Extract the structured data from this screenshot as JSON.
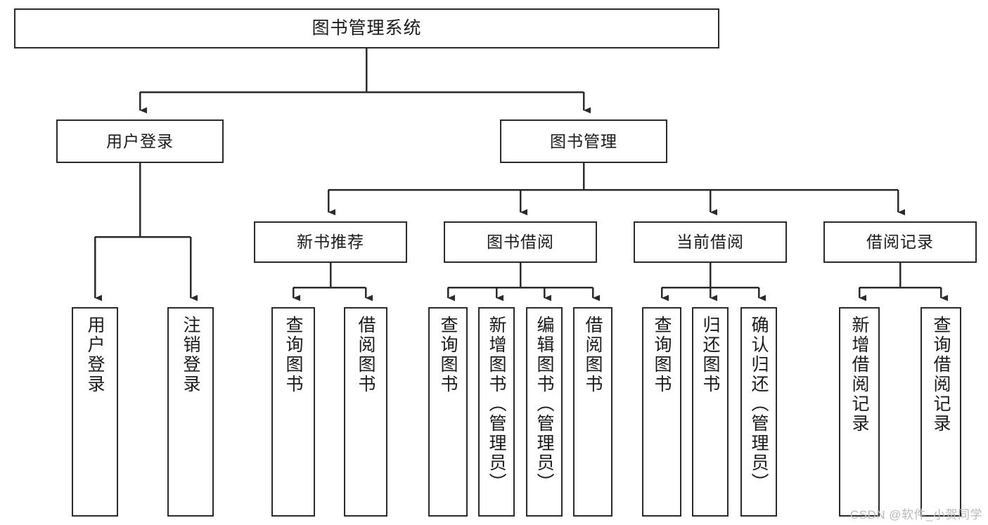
{
  "diagram": {
    "title": "图书管理系统",
    "type": "tree-hierarchy",
    "watermark": "CSDN @软件_小贺同学",
    "colors": {
      "stroke": "#2b2b2b",
      "fill": "#ffffff",
      "text": "#1a1a1a",
      "watermark": "#b9b9b9"
    },
    "nodes": {
      "root": {
        "label": "图书管理系统",
        "orientation": "horizontal"
      },
      "level2": [
        {
          "id": "user-login",
          "label": "用户登录",
          "orientation": "horizontal"
        },
        {
          "id": "book-management",
          "label": "图书管理",
          "orientation": "horizontal"
        }
      ],
      "level3": [
        {
          "id": "new-book-recommend",
          "label": "新书推荐",
          "orientation": "horizontal"
        },
        {
          "id": "book-borrow",
          "label": "图书借阅",
          "orientation": "horizontal"
        },
        {
          "id": "current-borrow",
          "label": "当前借阅",
          "orientation": "horizontal"
        },
        {
          "id": "borrow-record",
          "label": "借阅记录",
          "orientation": "horizontal"
        }
      ],
      "leaves": [
        {
          "id": "leaf-user-login",
          "label": "用户登录",
          "parent": "user-login",
          "orientation": "vertical"
        },
        {
          "id": "leaf-logout",
          "label": "注销登录",
          "parent": "user-login",
          "orientation": "vertical"
        },
        {
          "id": "leaf-query-book-1",
          "label": "查询图书",
          "parent": "new-book-recommend",
          "orientation": "vertical"
        },
        {
          "id": "leaf-borrow-book-1",
          "label": "借阅图书",
          "parent": "new-book-recommend",
          "orientation": "vertical"
        },
        {
          "id": "leaf-query-book-2",
          "label": "查询图书",
          "parent": "book-borrow",
          "orientation": "vertical"
        },
        {
          "id": "leaf-add-book",
          "label": "新增图书（管理员）",
          "parent": "book-borrow",
          "orientation": "vertical"
        },
        {
          "id": "leaf-edit-book",
          "label": "编辑图书（管理员）",
          "parent": "book-borrow",
          "orientation": "vertical"
        },
        {
          "id": "leaf-borrow-book-2",
          "label": "借阅图书",
          "parent": "book-borrow",
          "orientation": "vertical"
        },
        {
          "id": "leaf-query-book-3",
          "label": "查询图书",
          "parent": "current-borrow",
          "orientation": "vertical"
        },
        {
          "id": "leaf-return-book",
          "label": "归还图书",
          "parent": "current-borrow",
          "orientation": "vertical"
        },
        {
          "id": "leaf-confirm-return",
          "label": "确认归还（管理员）",
          "parent": "current-borrow",
          "orientation": "vertical"
        },
        {
          "id": "leaf-add-record",
          "label": "新增借阅记录",
          "parent": "borrow-record",
          "orientation": "vertical"
        },
        {
          "id": "leaf-query-record",
          "label": "查询借阅记录",
          "parent": "borrow-record",
          "orientation": "vertical"
        }
      ]
    }
  }
}
